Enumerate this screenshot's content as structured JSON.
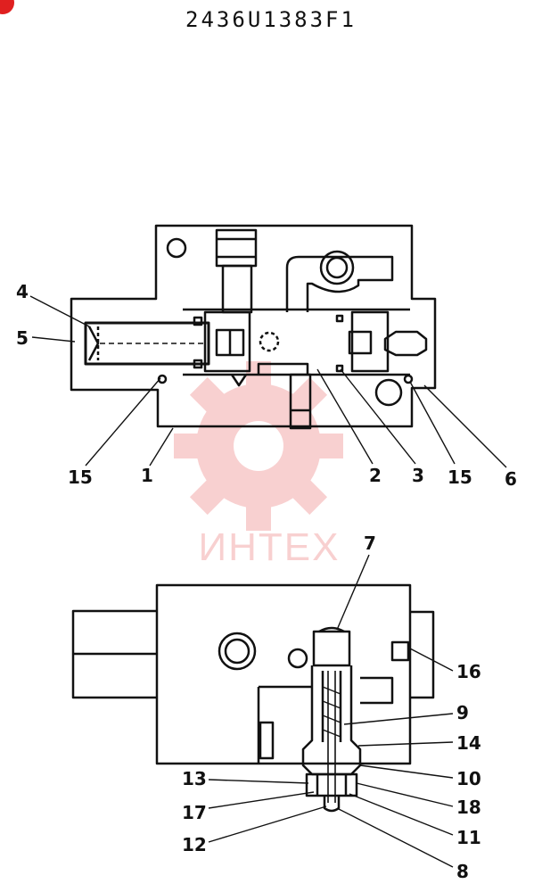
{
  "header": {
    "part_number": "2436U1383F1"
  },
  "watermark": {
    "text": "ИНТЕХ",
    "logo_icon": "gear-logo-icon",
    "color": "#e85a5a"
  },
  "corner_badge": {
    "color": "#e02020"
  },
  "top_view": {
    "callouts": {
      "c1": "1",
      "c2": "2",
      "c3": "3",
      "c4": "4",
      "c5": "5",
      "c6": "6",
      "c15a": "15",
      "c15b": "15"
    }
  },
  "bottom_view": {
    "callouts": {
      "c7": "7",
      "c8": "8",
      "c9": "9",
      "c10": "10",
      "c11": "11",
      "c12": "12",
      "c13": "13",
      "c14": "14",
      "c16": "16",
      "c17": "17",
      "c18": "18"
    }
  }
}
